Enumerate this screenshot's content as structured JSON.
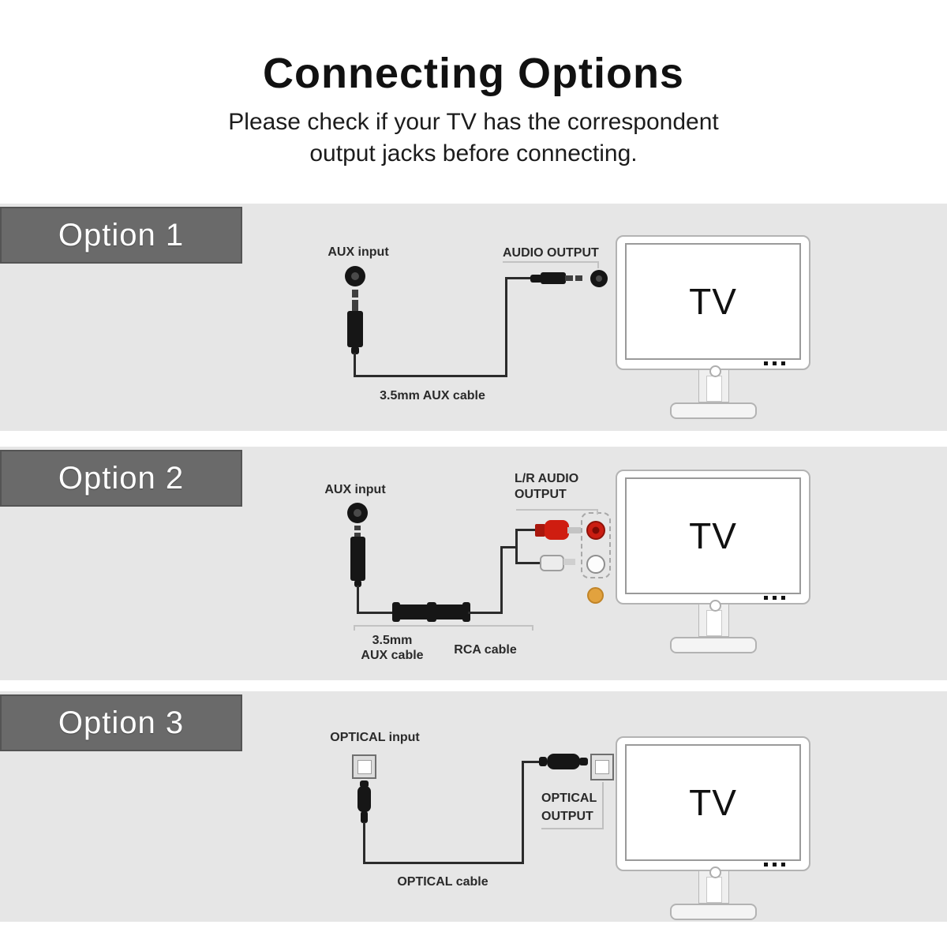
{
  "page": {
    "title": "Connecting Options",
    "subtitle_line1": "Please check if your TV has the correspondent",
    "subtitle_line2": "output jacks before connecting."
  },
  "options": [
    {
      "label": "Option 1",
      "input_label": "AUX input",
      "output_label": "AUDIO OUTPUT",
      "cable_label": "3.5mm AUX cable",
      "tv_label": "TV"
    },
    {
      "label": "Option 2",
      "input_label": "AUX input",
      "output_label_line1": "L/R AUDIO",
      "output_label_line2": "OUTPUT",
      "cable1_line1": "3.5mm",
      "cable1_line2": "AUX cable",
      "cable2_label": "RCA cable",
      "tv_label": "TV"
    },
    {
      "label": "Option 3",
      "input_label": "OPTICAL input",
      "output_label_line1": "OPTICAL",
      "output_label_line2": "OUTPUT",
      "cable_label": "OPTICAL cable",
      "tv_label": "TV"
    }
  ],
  "colors": {
    "section_background": "#e6e6e6",
    "banner_background": "#6a6a6a",
    "banner_text": "#ffffff",
    "cable": "#2b2b2b",
    "rca_red": "#cf1d10",
    "rca_white": "#fdfdfd",
    "rca_yellow": "#e2a23e",
    "guide_line": "#c2c2c2"
  }
}
